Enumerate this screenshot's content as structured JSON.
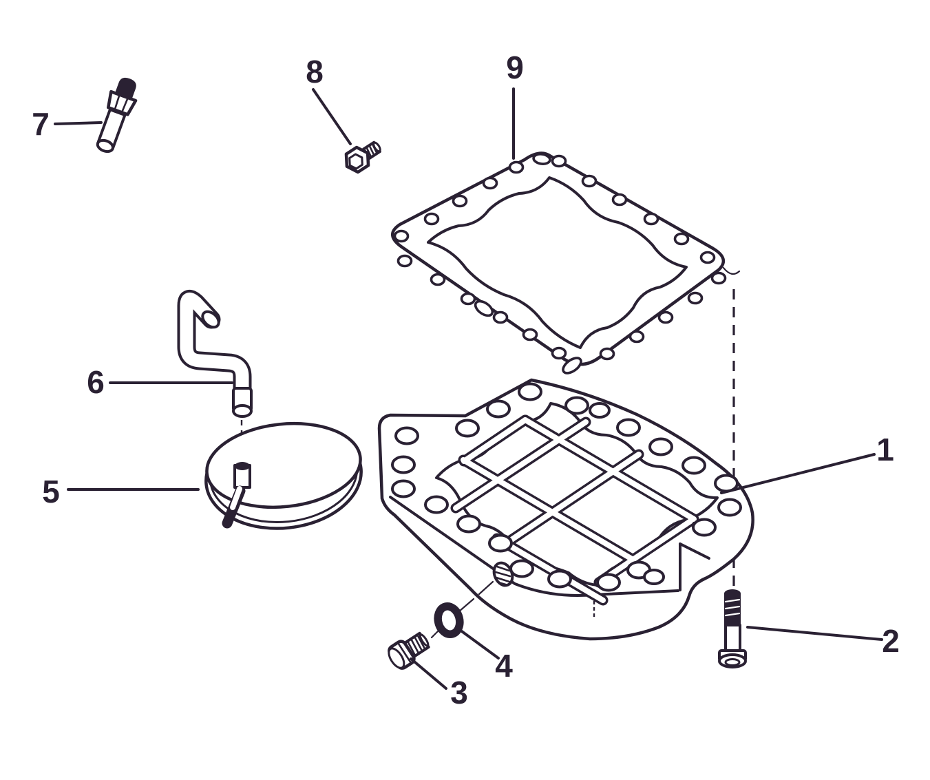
{
  "colors": {
    "ink": "#2a2133",
    "paper": "#ffffff"
  },
  "callouts": [
    {
      "number": "1"
    },
    {
      "number": "2"
    },
    {
      "number": "3"
    },
    {
      "number": "4"
    },
    {
      "number": "5"
    },
    {
      "number": "6"
    },
    {
      "number": "7"
    },
    {
      "number": "8"
    },
    {
      "number": "9"
    }
  ]
}
